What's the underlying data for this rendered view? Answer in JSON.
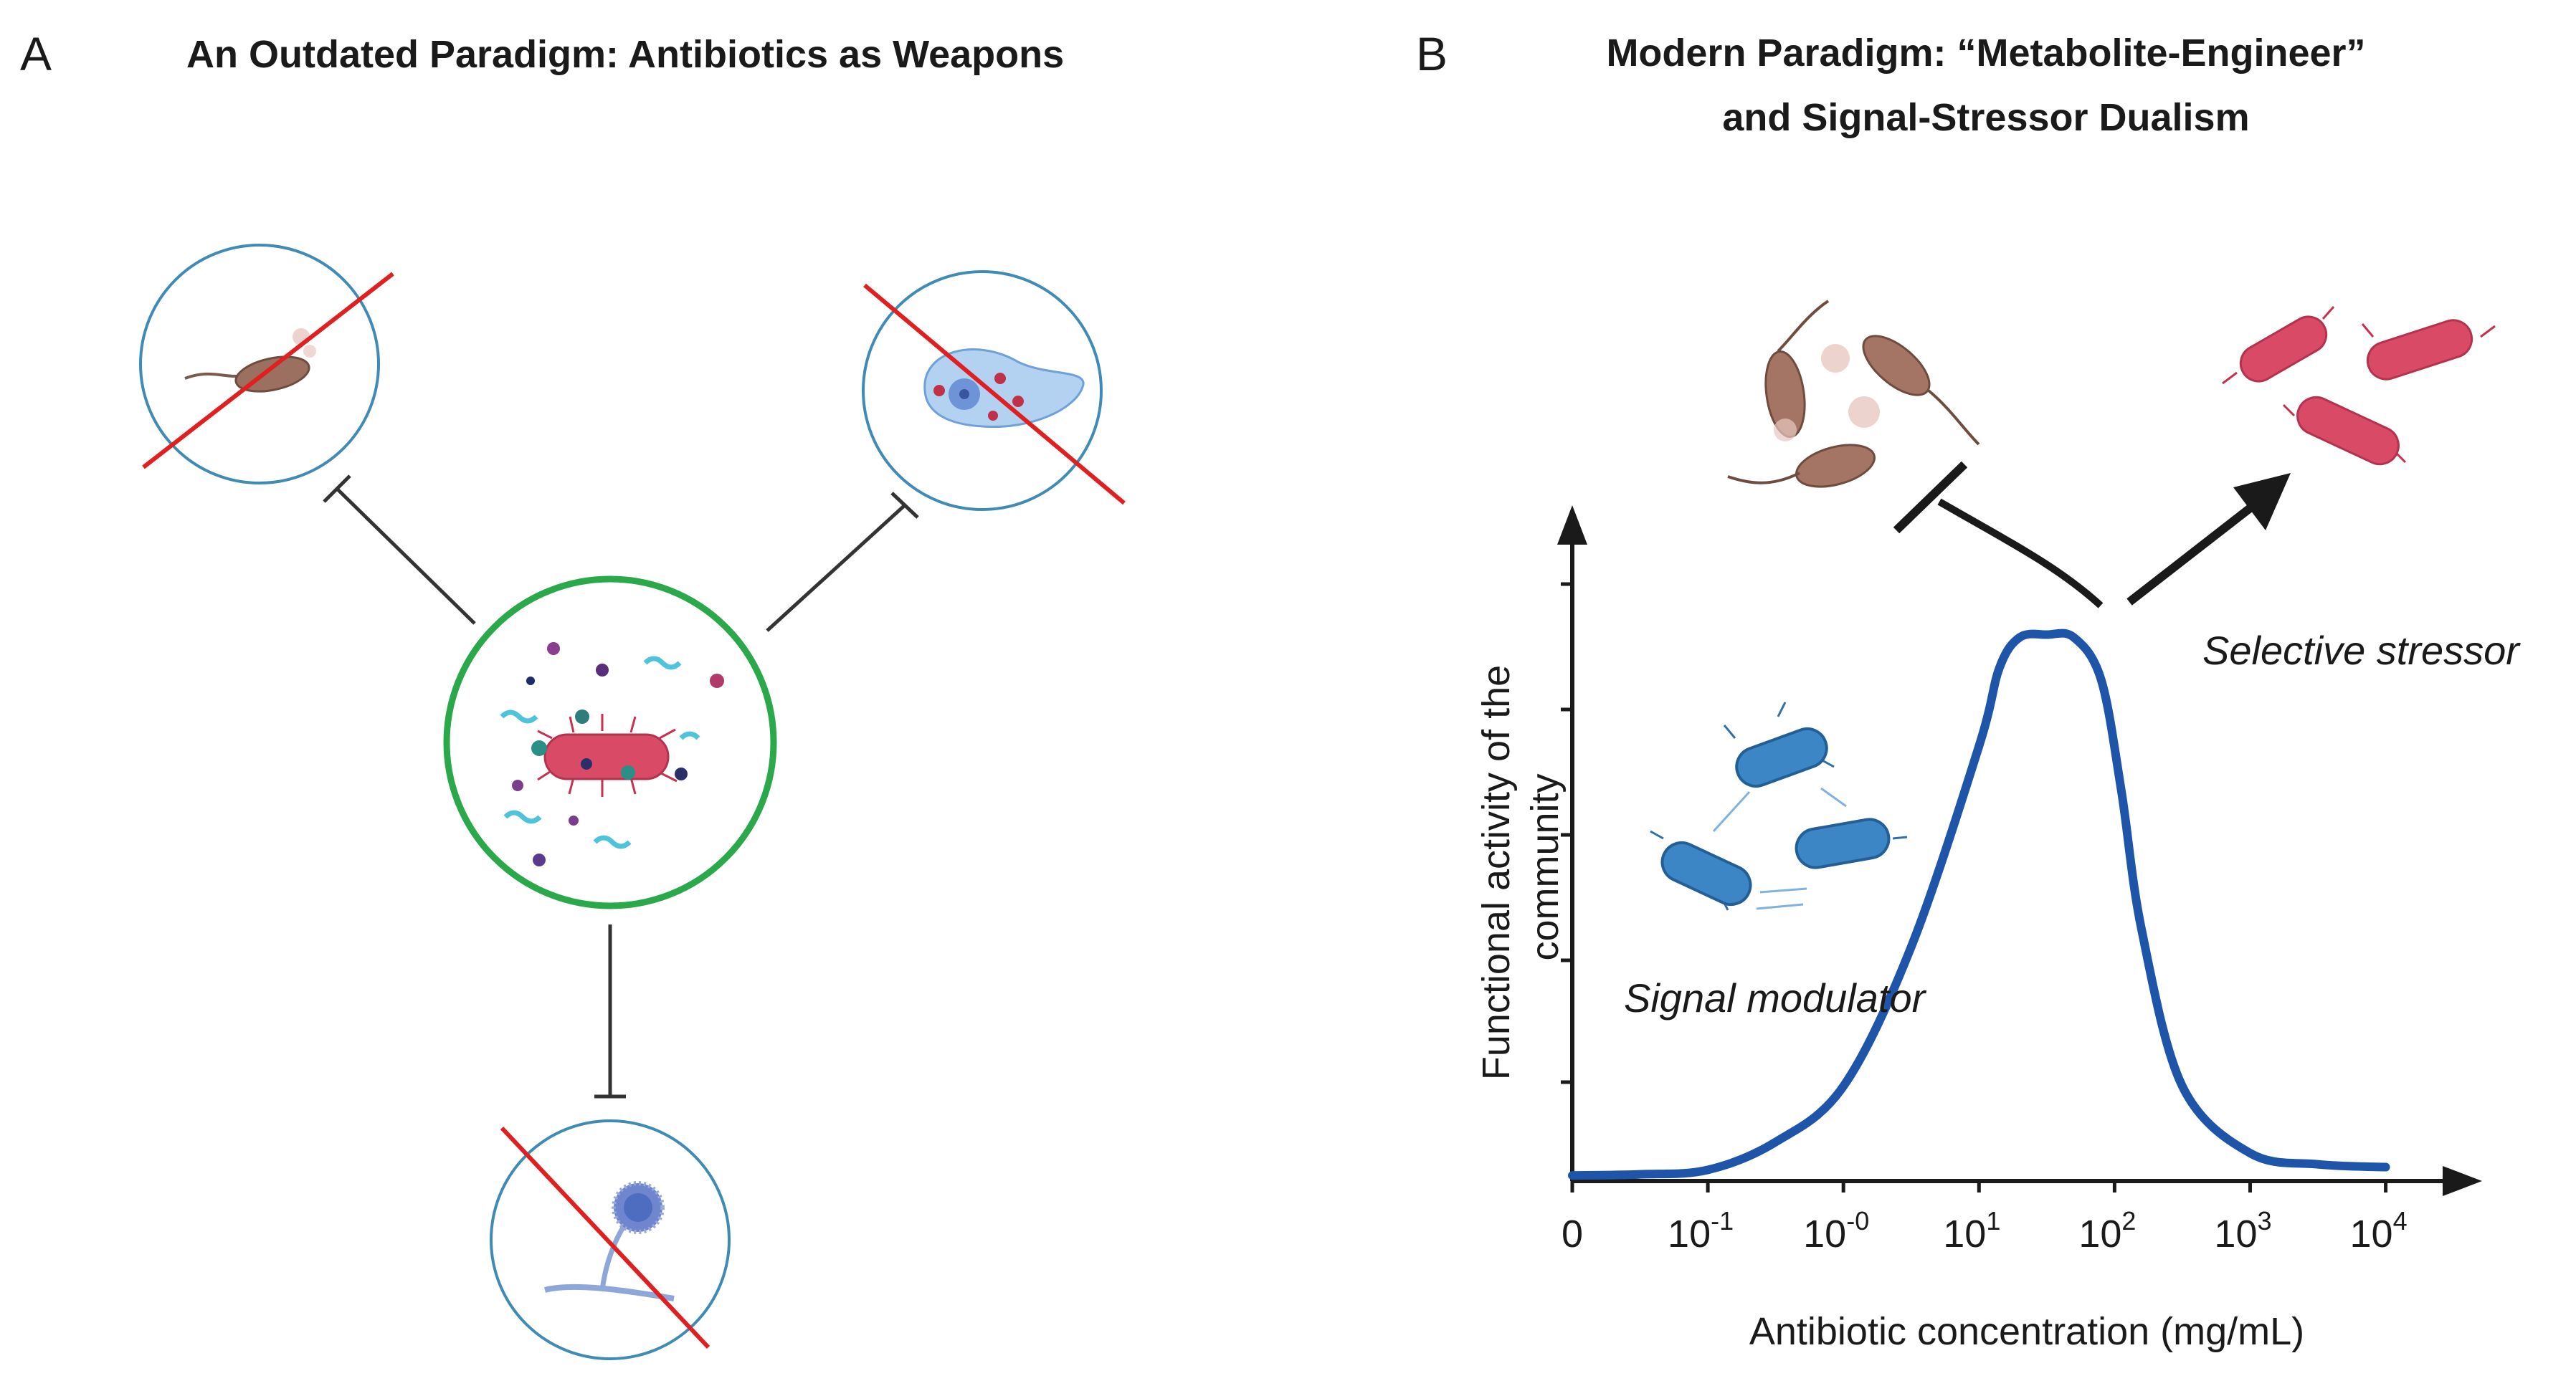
{
  "panel_a": {
    "letter": "A",
    "title": "An Outdated Paradigm: Antibiotics as Weapons"
  },
  "panel_b": {
    "letter": "B",
    "title_line1": "Modern Paradigm: “Metabolite-Engineer”",
    "title_line2": "and Signal-Stressor Dualism",
    "signal_label": "Signal modulator",
    "stressor_label": "Selective stressor"
  },
  "chart_data": {
    "type": "line",
    "xlabel": "Antibiotic concentration (mg/mL)",
    "ylabel": "Functional activity of the community",
    "x_ticks": [
      {
        "base": "0",
        "exp": ""
      },
      {
        "base": "10",
        "exp": "-1"
      },
      {
        "base": "10",
        "exp": "-0"
      },
      {
        "base": "10",
        "exp": "1"
      },
      {
        "base": "10",
        "exp": "2"
      },
      {
        "base": "10",
        "exp": "3"
      },
      {
        "base": "10",
        "exp": "4"
      }
    ],
    "curve": {
      "x": [
        0,
        0.5,
        1.0,
        1.5,
        2.0,
        2.5,
        3.0,
        3.15,
        3.3,
        3.5,
        3.7,
        3.9,
        4.05,
        4.2,
        4.5,
        5.0,
        5.5,
        6.0
      ],
      "y": [
        0.01,
        0.012,
        0.02,
        0.07,
        0.17,
        0.42,
        0.78,
        0.92,
        0.975,
        0.98,
        0.975,
        0.9,
        0.7,
        0.45,
        0.17,
        0.05,
        0.03,
        0.025
      ]
    },
    "xlim": [
      0,
      6
    ],
    "ylim": [
      0,
      1
    ],
    "colors": {
      "curve": "#1f55a8",
      "axis": "#1a1a1a"
    }
  },
  "colors": {
    "red_cross": "#e02020",
    "ring_blue": "#3f8bb5",
    "ring_green": "#2aa84a",
    "bacterium_pink": "#d94a66",
    "bacterium_brown": "#9c7060",
    "bacterium_blue": "#3d86c6"
  }
}
